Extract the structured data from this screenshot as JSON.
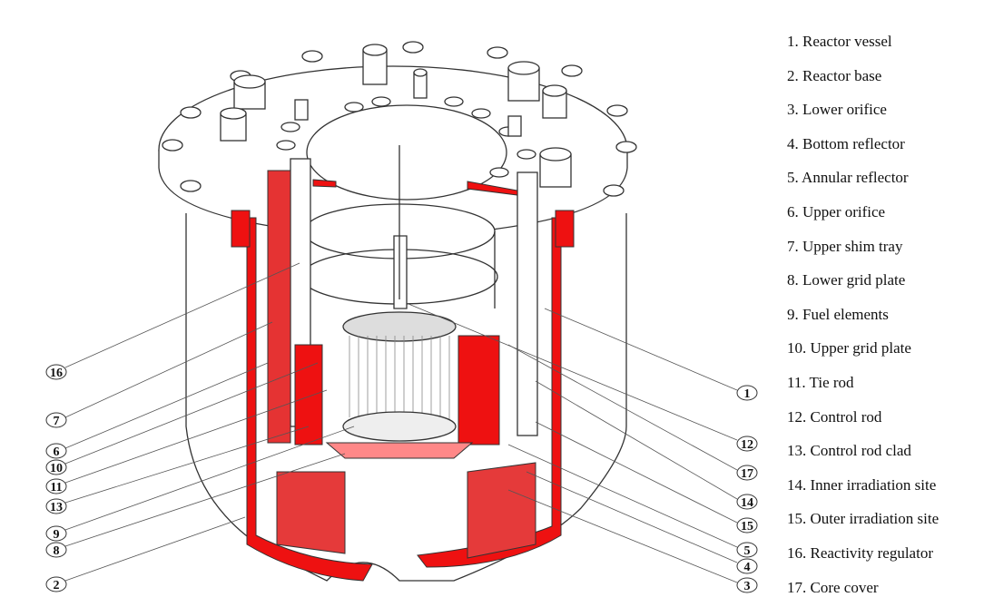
{
  "legend": [
    "1. Reactor vessel",
    "2. Reactor base",
    "3. Lower orifice",
    "4. Bottom reflector",
    "5. Annular reflector",
    "6. Upper orifice",
    "7. Upper shim tray",
    "8. Lower grid plate",
    "9. Fuel elements",
    "10. Upper grid plate",
    "11. Tie rod",
    "12. Control rod",
    "13. Control rod clad",
    "14. Inner irradiation site",
    "15. Outer irradiation site",
    "16. Reactivity regulator",
    "17. Core cover"
  ],
  "callouts_left": [
    "16",
    "7",
    "6",
    "10",
    "11",
    "13",
    "9",
    "8",
    "2"
  ],
  "callouts_right": [
    "1",
    "12",
    "17",
    "14",
    "15",
    "5",
    "4",
    "3"
  ],
  "colors": {
    "section": "#ee1111",
    "line": "#333333"
  }
}
